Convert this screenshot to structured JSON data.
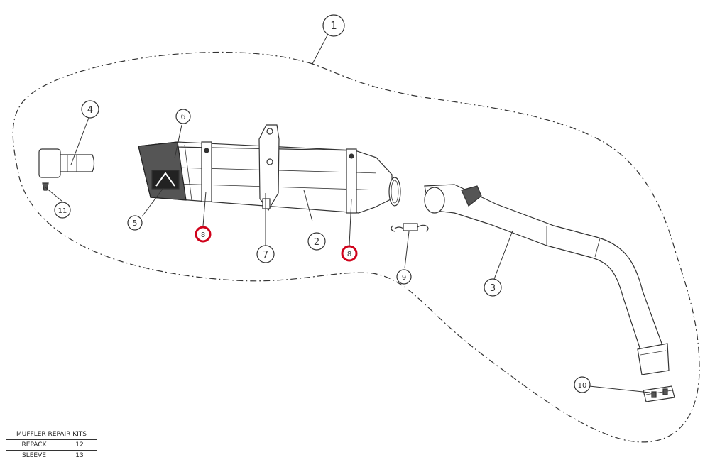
{
  "callouts": [
    {
      "num": "1",
      "highlight": false
    },
    {
      "num": "2",
      "highlight": false
    },
    {
      "num": "3",
      "highlight": false
    },
    {
      "num": "4",
      "highlight": false
    },
    {
      "num": "5",
      "highlight": false
    },
    {
      "num": "6",
      "highlight": false
    },
    {
      "num": "7",
      "highlight": false
    },
    {
      "num": "8",
      "highlight": true
    },
    {
      "num": "8",
      "highlight": true
    },
    {
      "num": "9",
      "highlight": false
    },
    {
      "num": "10",
      "highlight": false
    },
    {
      "num": "11",
      "highlight": false
    }
  ],
  "colors": {
    "line": "#333333",
    "highlight": "#d0021b"
  },
  "repair_table": {
    "header": "MUFFLER REPAIR KITS",
    "rows": [
      {
        "name": "REPACK",
        "num": "12"
      },
      {
        "name": "SLEEVE",
        "num": "13"
      }
    ]
  }
}
